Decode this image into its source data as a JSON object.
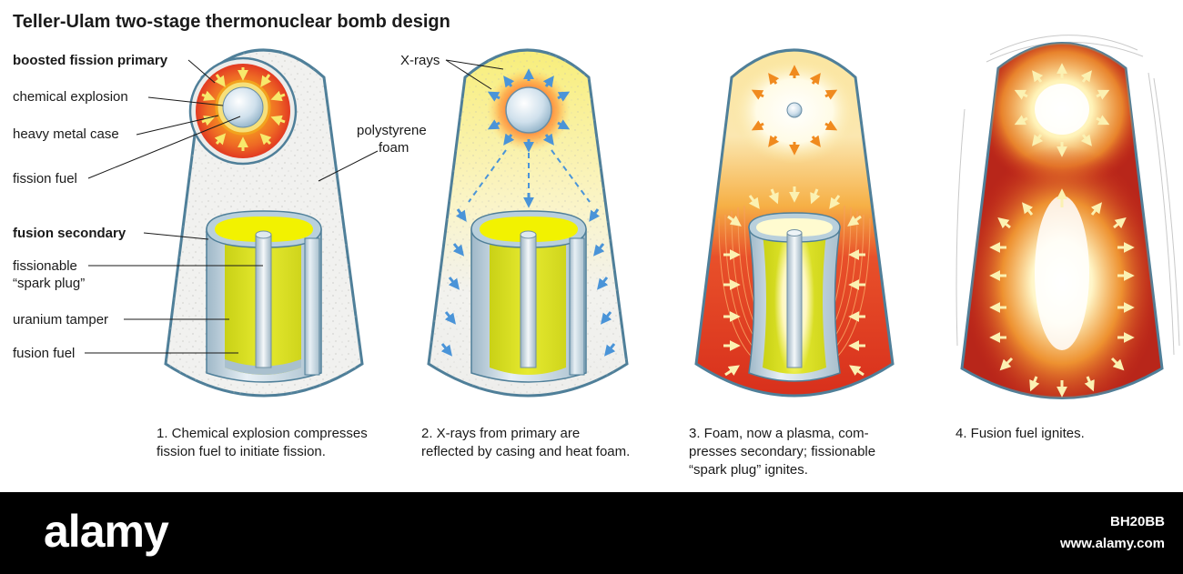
{
  "title": "Teller-Ulam two-stage thermonuclear bomb design",
  "labels": {
    "boosted_fission_primary": "boosted fission primary",
    "chemical_explosion": "chemical explosion",
    "heavy_metal_case": "heavy metal case",
    "fission_fuel": "fission fuel",
    "polystyrene_line1": "polystyrene",
    "polystyrene_line2": "foam",
    "fusion_secondary": "fusion secondary",
    "fissionable": "fissionable",
    "spark_plug": "“spark plug”",
    "uranium_tamper": "uranium tamper",
    "fusion_fuel": "fusion fuel",
    "xrays": "X-rays"
  },
  "captions": [
    {
      "lines": [
        "1. Chemical explosion compresses",
        "fission fuel to initiate fission."
      ]
    },
    {
      "lines": [
        "2. X-rays from primary are",
        "reflected by casing and heat foam."
      ]
    },
    {
      "lines": [
        "3. Foam, now a plasma, com-",
        "presses secondary; fissionable",
        "“spark plug” ignites."
      ]
    },
    {
      "lines": [
        "4. Fusion fuel ignites."
      ]
    }
  ],
  "colors": {
    "casing_stroke": "#4f7f99",
    "foam": "#f1f1ef",
    "fuel_yellow": "#dbe01f",
    "fuel_top": "#f2f200",
    "tamper_blue": "#c4d6e2",
    "explosion_red": "#e8442a",
    "explosion_orange": "#f7a020",
    "arrow_yellow": "#f7e96b",
    "arrow_blue": "#4a94d8",
    "arrow_orange": "#f08a1e",
    "plasma_red": "#d8321c",
    "stage4_red": "#b8261a",
    "footer_bg": "#000000"
  },
  "footer": {
    "logo": "alamy",
    "image_id": "BH20BB",
    "url": "www.alamy.com"
  }
}
